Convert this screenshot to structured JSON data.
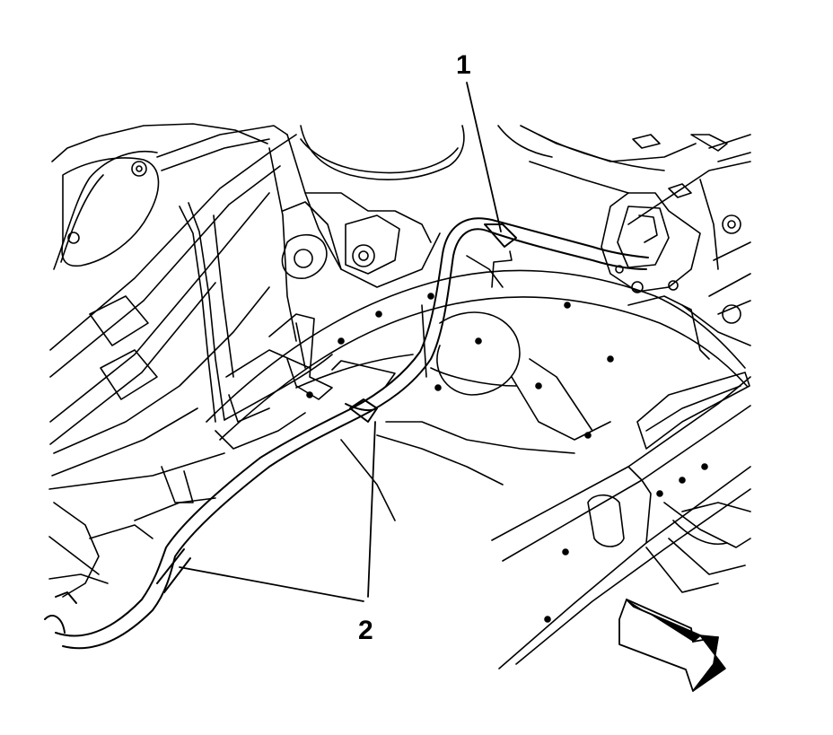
{
  "figure": {
    "callouts": [
      {
        "id": "1",
        "label": "1"
      },
      {
        "id": "2",
        "label": "2"
      }
    ],
    "colors": {
      "line": "#000000",
      "background": "#ffffff",
      "arrow_fill": "#000000"
    },
    "icons": [
      "direction-arrow-icon"
    ]
  }
}
